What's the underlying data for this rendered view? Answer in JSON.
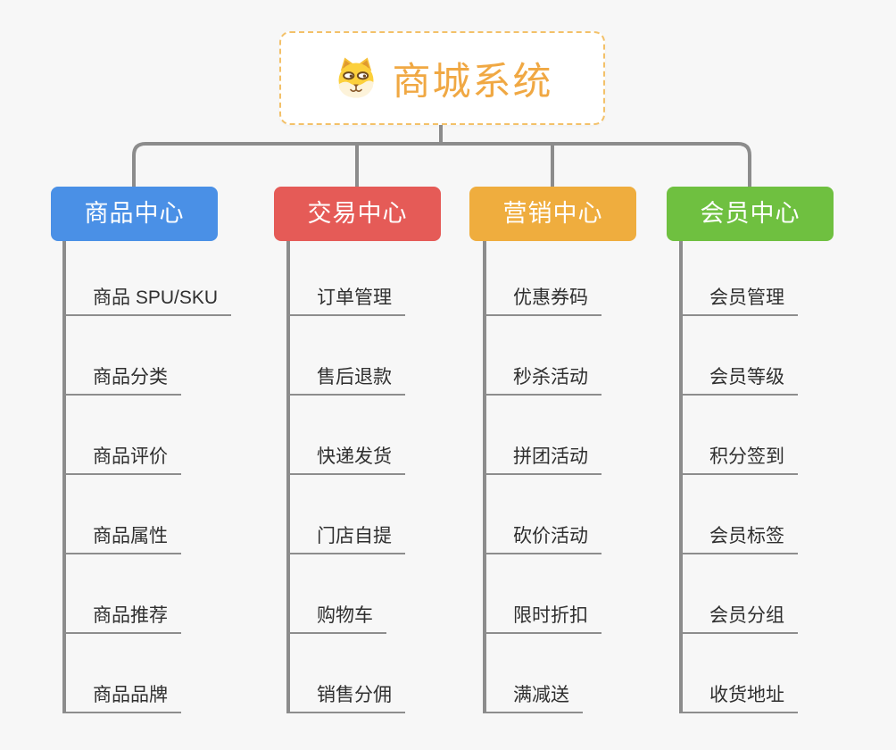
{
  "root": {
    "title": "商城系统",
    "icon": "dog-face-icon"
  },
  "branches": [
    {
      "label": "商品中心",
      "color": "#4a90e6",
      "items": [
        "商品 SPU/SKU",
        "商品分类",
        "商品评价",
        "商品属性",
        "商品推荐",
        "商品品牌"
      ]
    },
    {
      "label": "交易中心",
      "color": "#e55b57",
      "items": [
        "订单管理",
        "售后退款",
        "快递发货",
        "门店自提",
        "购物车",
        "销售分佣"
      ]
    },
    {
      "label": "营销中心",
      "color": "#efad3e",
      "items": [
        "优惠券码",
        "秒杀活动",
        "拼团活动",
        "砍价活动",
        "限时折扣",
        "满减送"
      ]
    },
    {
      "label": "会员中心",
      "color": "#6fc040",
      "items": [
        "会员管理",
        "会员等级",
        "积分签到",
        "会员标签",
        "会员分组",
        "收货地址"
      ]
    }
  ],
  "colors": {
    "background": "#f7f7f7",
    "connector_line": "#8c8c8c",
    "leaf_underline": "#8d8d8d",
    "leaf_text": "#2f2f2f",
    "root_title": "#f0a843",
    "root_border": "#f3c169",
    "root_background": "#ffffff"
  }
}
